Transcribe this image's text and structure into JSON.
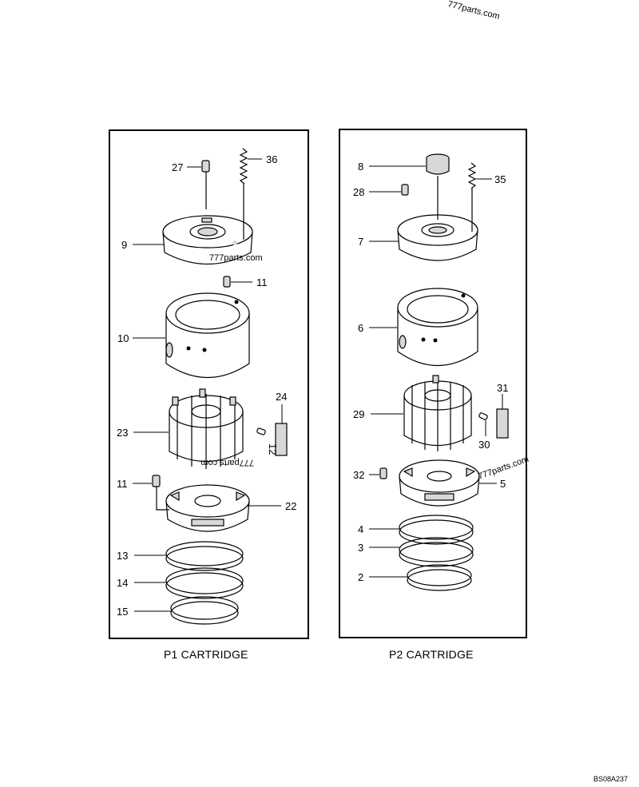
{
  "panels": {
    "p1": {
      "title": "P1 CARTRIDGE"
    },
    "p2": {
      "title": "P2 CARTRIDGE"
    }
  },
  "callouts": {
    "p1": {
      "c27": "27",
      "c36": "36",
      "c9": "9",
      "c11a": "11",
      "c10": "10",
      "c24": "24",
      "c23": "23",
      "c12": "12",
      "c11b": "11",
      "c22": "22",
      "c13": "13",
      "c14": "14",
      "c15": "15"
    },
    "p2": {
      "c8": "8",
      "c28": "28",
      "c35": "35",
      "c7": "7",
      "c6": "6",
      "c31": "31",
      "c29": "29",
      "c30": "30",
      "c32": "32",
      "c5": "5",
      "c4": "4",
      "c3": "3",
      "c2": "2"
    }
  },
  "watermarks": {
    "top": "777parts.com",
    "mid_p1": "777parts.com",
    "rotated_p1": "777parts.com",
    "mid_p2": "777parts.com"
  },
  "drawing_code": "BS08A237"
}
